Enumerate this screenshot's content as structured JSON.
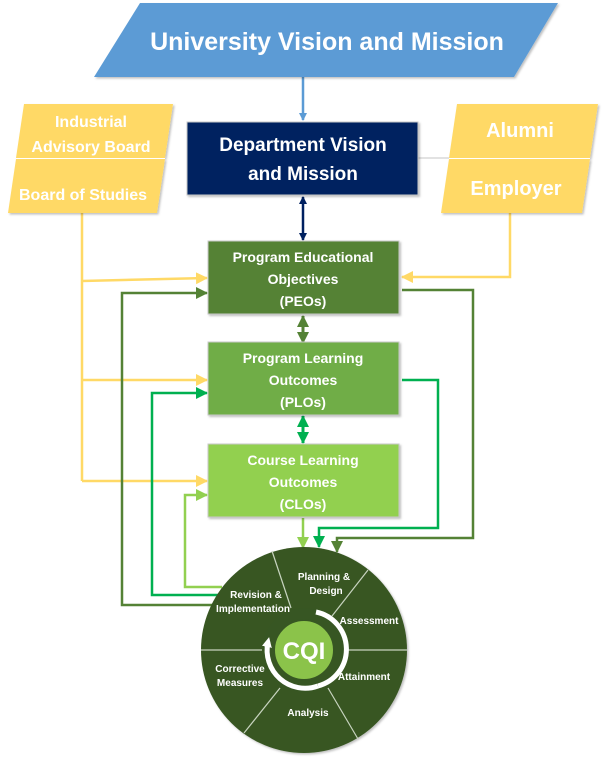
{
  "title": "University Vision and Mission",
  "nodes": {
    "university": {
      "label": "University Vision and Mission",
      "color": "#5B9BD5"
    },
    "department": {
      "lines": [
        "Department Vision",
        "and Mission"
      ],
      "color": "#002060"
    },
    "left_stakeholders": {
      "top": {
        "lines": [
          "Industrial",
          "Advisory Board"
        ]
      },
      "bottom": {
        "lines": [
          "Board of Studies"
        ]
      },
      "color": "#FFD966"
    },
    "right_stakeholders": {
      "top": {
        "lines": [
          "Alumni"
        ]
      },
      "bottom": {
        "lines": [
          "Employer"
        ]
      },
      "color": "#FFD966"
    },
    "peo": {
      "lines": [
        "Program Educational",
        "Objectives",
        "(PEOs)"
      ],
      "color": "#548235"
    },
    "plo": {
      "lines": [
        "Program Learning",
        "Outcomes",
        "(PLOs)"
      ],
      "color": "#70AD47"
    },
    "clo": {
      "lines": [
        "Course Learning",
        "Outcomes",
        "(CLOs)"
      ],
      "color": "#92D050"
    }
  },
  "cqi_cycle": {
    "center_label": "CQI",
    "center_color": "#8BC34A",
    "wheel_color": "#375623",
    "segments": [
      {
        "lines": [
          "Planning &",
          "Design"
        ]
      },
      {
        "lines": [
          "Assessment"
        ]
      },
      {
        "lines": [
          "Attainment"
        ]
      },
      {
        "lines": [
          "Analysis"
        ]
      },
      {
        "lines": [
          "Corrective",
          "Measures"
        ]
      },
      {
        "lines": [
          "Revision &",
          "Implementation"
        ]
      }
    ]
  },
  "connector_colors": {
    "university": "#5B9BD5",
    "department": "#002060",
    "stakeholder": "#FFD966",
    "peo_feedback": "#548235",
    "plo_feedback": "#00B050",
    "clo_feedback": "#92D050"
  }
}
